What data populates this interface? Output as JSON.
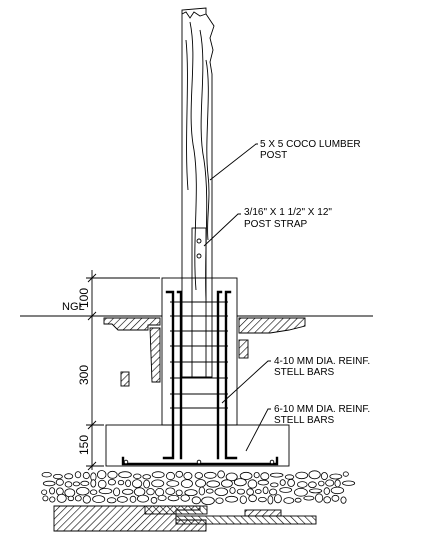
{
  "labels": {
    "post": [
      "5 X 5 COCO LUMBER",
      "POST"
    ],
    "strap": [
      "3/16\" X 1 1/2\" X 12\"",
      "POST STRAP"
    ],
    "bars_vertical": [
      "4-10 MM DIA. REINF.",
      "STELL BARS"
    ],
    "bars_bottom": [
      "6-10 MM DIA. REINF.",
      "STELL BARS"
    ],
    "ground": "NGL"
  },
  "dimensions": {
    "above_ground": "100",
    "pedestal": "300",
    "footing": "150"
  },
  "colors": {
    "line": "#000000",
    "background": "#ffffff"
  }
}
